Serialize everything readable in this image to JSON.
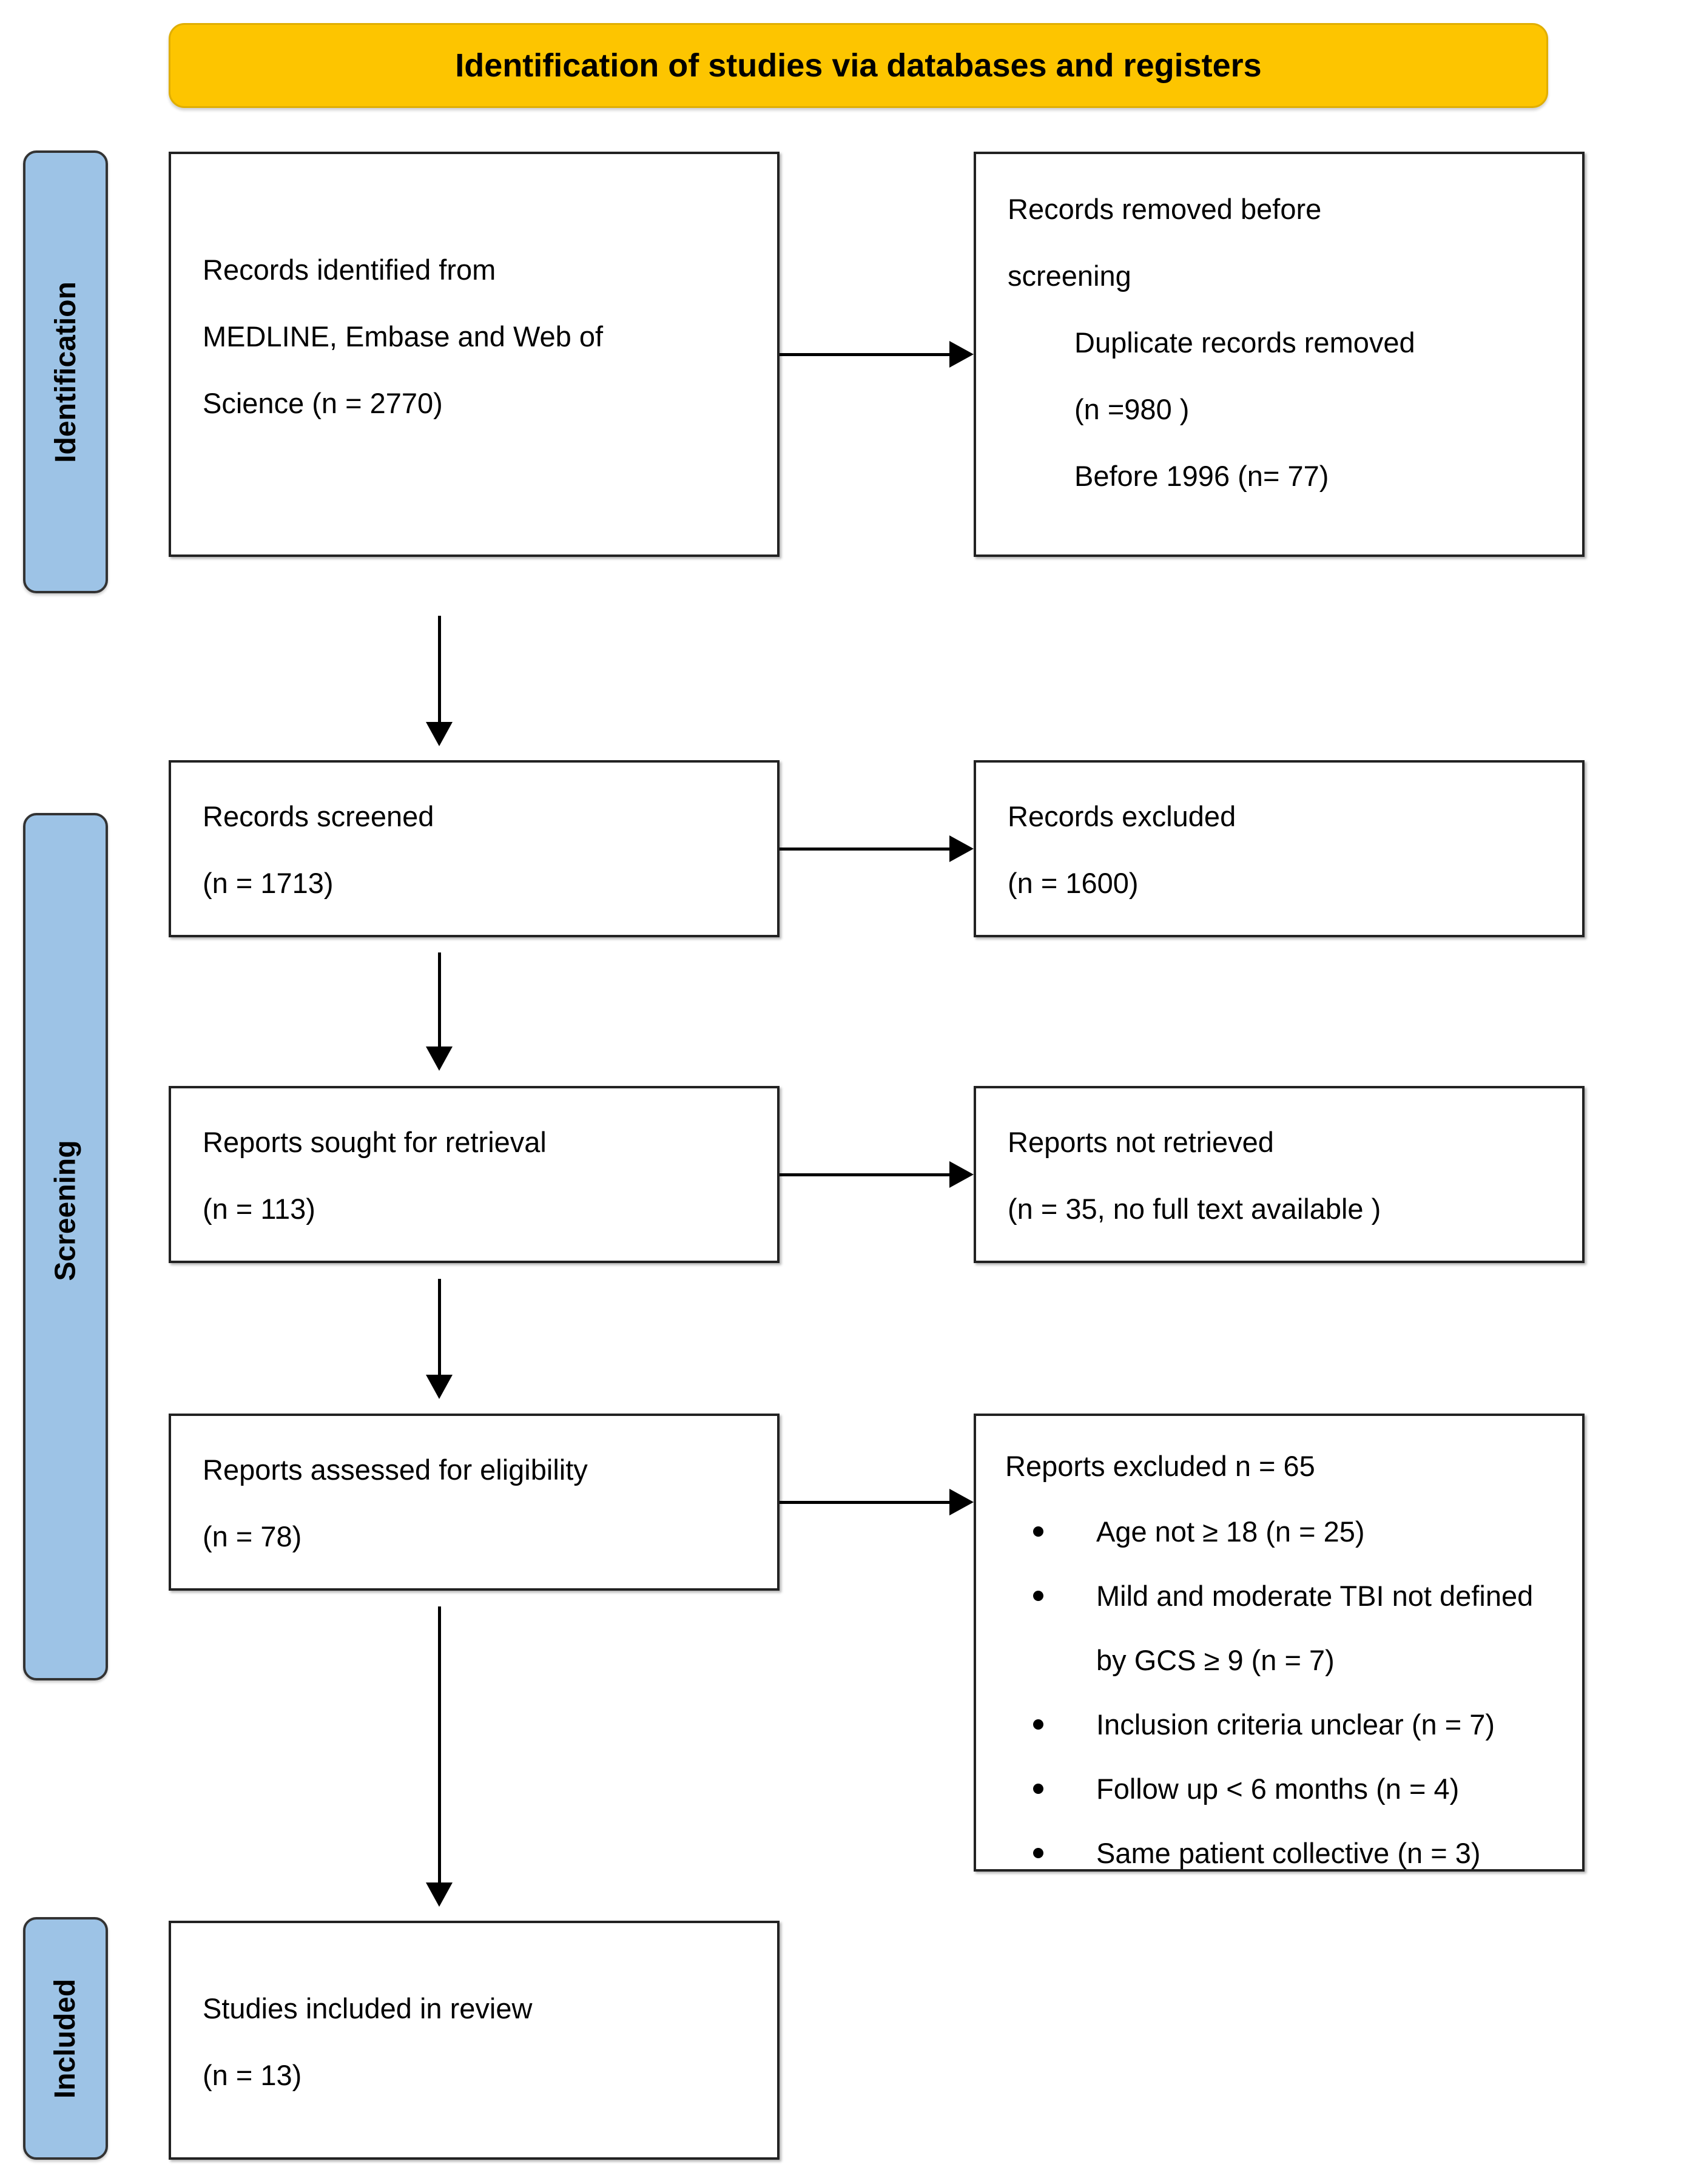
{
  "banner": {
    "title": "Identification of studies via databases and registers",
    "color": "#FDC500"
  },
  "stages": {
    "color": "#9DC3E6",
    "identification": "Identification",
    "screening": "Screening",
    "included": "Included"
  },
  "boxes": {
    "identified": {
      "line1": "Records identified from",
      "line2": "MEDLINE, Embase and Web of",
      "line3": "Science (n = 2770)"
    },
    "removed": {
      "line1": "Records removed before",
      "line2": "screening",
      "line3": "Duplicate records removed",
      "line4": "(n =980 )",
      "line5": "Before 1996 (n= 77)"
    },
    "screened": {
      "line1": "Records screened",
      "line2": "(n = 1713)"
    },
    "excluded": {
      "line1": "Records excluded",
      "line2": "(n = 1600)"
    },
    "sought": {
      "line1": "Reports sought for retrieval",
      "line2": "(n = 113)"
    },
    "not_retrieved": {
      "line1": "Reports not retrieved",
      "line2": "(n = 35, no full text available )"
    },
    "assessed": {
      "line1": "Reports assessed for eligibility",
      "line2": "(n = 78)"
    },
    "reasons": {
      "heading": "Reports excluded n = 65",
      "items": [
        "Age not ≥ 18 (n = 25)",
        "Mild and moderate TBI not defined by GCS ≥ 9 (n = 7)",
        "Inclusion criteria unclear (n = 7)",
        "Follow up < 6 months (n = 4)",
        "Same patient collective (n = 3)"
      ]
    },
    "included": {
      "line1": "Studies included in review",
      "line2": "(n = 13)"
    }
  },
  "chart_data": {
    "type": "diagram",
    "title": "Identification of studies via databases and registers",
    "nodes": [
      {
        "id": "identified",
        "stage": "Identification",
        "label": "Records identified from MEDLINE, Embase and Web of Science",
        "n": 2770
      },
      {
        "id": "removed",
        "stage": "Identification",
        "label": "Records removed before screening",
        "duplicates_removed": 980,
        "before_1996": 77
      },
      {
        "id": "screened",
        "stage": "Screening",
        "label": "Records screened",
        "n": 1713
      },
      {
        "id": "excluded",
        "stage": "Screening",
        "label": "Records excluded",
        "n": 1600
      },
      {
        "id": "sought",
        "stage": "Screening",
        "label": "Reports sought for retrieval",
        "n": 113
      },
      {
        "id": "not_retrieved",
        "stage": "Screening",
        "label": "Reports not retrieved, no full text available",
        "n": 35
      },
      {
        "id": "assessed",
        "stage": "Screening",
        "label": "Reports assessed for eligibility",
        "n": 78
      },
      {
        "id": "reasons",
        "stage": "Screening",
        "label": "Reports excluded",
        "n": 65,
        "breakdown": [
          {
            "reason": "Age not ≥ 18",
            "n": 25
          },
          {
            "reason": "Mild and moderate TBI not defined by GCS ≥ 9",
            "n": 7
          },
          {
            "reason": "Inclusion criteria unclear",
            "n": 7
          },
          {
            "reason": "Follow up < 6 months",
            "n": 4
          },
          {
            "reason": "Same patient collective",
            "n": 3
          }
        ]
      },
      {
        "id": "included",
        "stage": "Included",
        "label": "Studies included in review",
        "n": 13
      }
    ],
    "edges": [
      {
        "from": "identified",
        "to": "removed",
        "direction": "right"
      },
      {
        "from": "identified",
        "to": "screened",
        "direction": "down"
      },
      {
        "from": "screened",
        "to": "excluded",
        "direction": "right"
      },
      {
        "from": "screened",
        "to": "sought",
        "direction": "down"
      },
      {
        "from": "sought",
        "to": "not_retrieved",
        "direction": "right"
      },
      {
        "from": "sought",
        "to": "assessed",
        "direction": "down"
      },
      {
        "from": "assessed",
        "to": "reasons",
        "direction": "right"
      },
      {
        "from": "assessed",
        "to": "included",
        "direction": "down"
      }
    ]
  }
}
